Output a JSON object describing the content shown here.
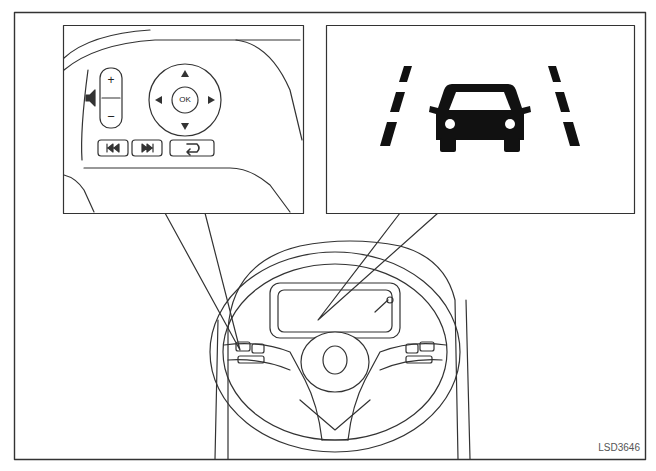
{
  "diagram": {
    "labels": [
      "+",
      "−",
      "OK",
      "LSD3646"
    ]
  }
}
